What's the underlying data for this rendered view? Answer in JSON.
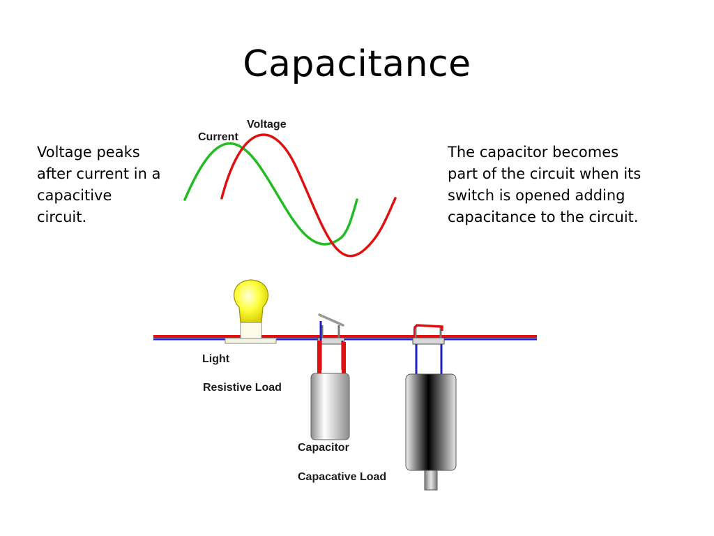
{
  "slide": {
    "title": "Capacitance",
    "left_text": "Voltage peaks after current in a capacitive circuit.",
    "right_text": "The capacitor becomes part of the circuit when its switch is opened adding capacitance to the circuit."
  },
  "waveform": {
    "current_label": "Current",
    "voltage_label": "Voltage",
    "current_color": "#22bb22",
    "voltage_color": "#e01010"
  },
  "circuit": {
    "light_label": "Light",
    "resistive_label": "Resistive Load",
    "capacitor_label": "Capacitor",
    "capacitive_label": "Capacative Load",
    "wire_colors": [
      "#e01010",
      "#2020c0"
    ]
  }
}
